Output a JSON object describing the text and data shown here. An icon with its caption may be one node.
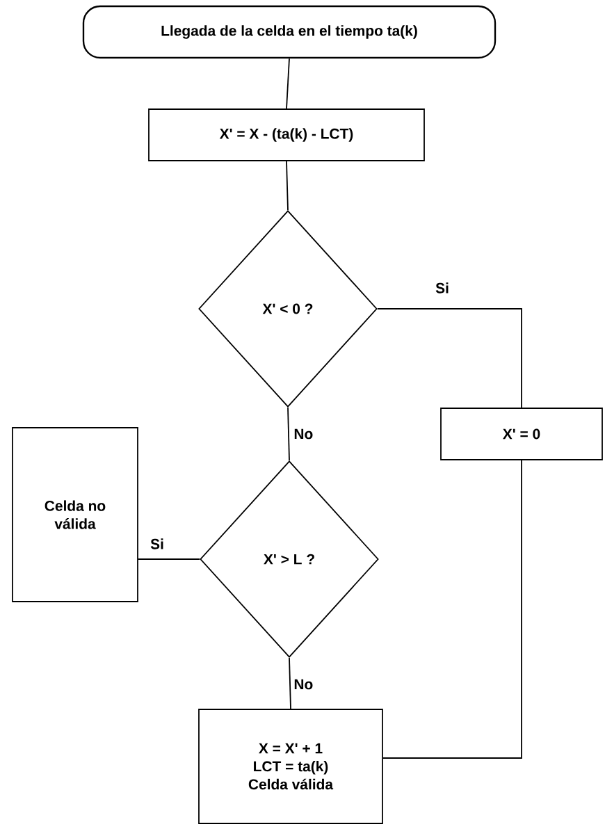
{
  "diagram": {
    "nodes": [
      {
        "text": [
          "Llegada de la celda en el tiempo ta(k)"
        ]
      },
      {
        "text": [
          "X' = X - (ta(k) - LCT)"
        ]
      },
      {
        "text": [
          "X' < 0 ?"
        ]
      },
      {
        "text": [
          "X' = 0"
        ]
      },
      {
        "text": [
          "Celda no válida"
        ]
      },
      {
        "text": [
          "X' > L ?"
        ]
      },
      {
        "text": [
          "X = X' + 1",
          "LCT = ta(k)",
          "Celda válida"
        ]
      }
    ],
    "edges": [
      {
        "from": 0,
        "to": 1,
        "arrow": "none"
      },
      {
        "from": 1,
        "to": 2,
        "arrow": "none"
      },
      {
        "from": 2,
        "to": 3,
        "arrow": "none",
        "label": "Si"
      },
      {
        "from": 2,
        "to": 5,
        "arrow": "none",
        "label": "No"
      },
      {
        "from": 5,
        "to": 4,
        "arrow": "none",
        "label": "Si"
      },
      {
        "from": 5,
        "to": 6,
        "arrow": "none",
        "label": "No"
      },
      {
        "from": 3,
        "to": 6,
        "arrow": "none"
      }
    ]
  }
}
